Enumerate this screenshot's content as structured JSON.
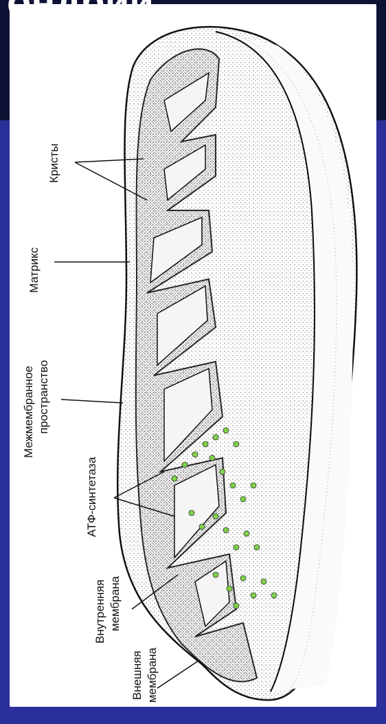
{
  "slide_title": "ондрии",
  "labels": {
    "cristae": "Кристы",
    "matrix": "Матрикс",
    "intermembrane_1": "Межмембранное",
    "intermembrane_2": "пространство",
    "atp_synthase": "АТФ-синтетаза",
    "inner_1": "Внутренняя",
    "inner_2": "мембрана",
    "outer_1": "Внешняя",
    "outer_2": "мембрана"
  },
  "colors": {
    "background": "#2b2f9a",
    "top_band": "#0e1235",
    "atp_particle": "#7fd14a"
  }
}
